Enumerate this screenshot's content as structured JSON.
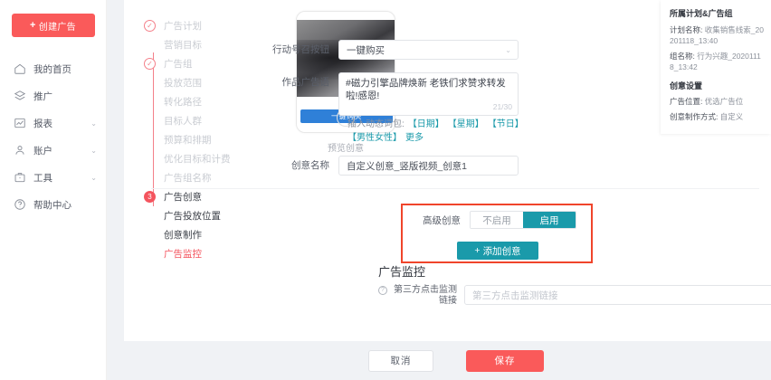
{
  "sidebar": {
    "create_button": {
      "label": "创建广告",
      "icon": "plus-icon"
    },
    "items": [
      {
        "label": "我的首页",
        "icon": "home-icon",
        "chevron": ""
      },
      {
        "label": "推广",
        "icon": "layers-icon",
        "chevron": ""
      },
      {
        "label": "报表",
        "icon": "chart-icon",
        "chevron": "⌄"
      },
      {
        "label": "账户",
        "icon": "user-icon",
        "chevron": "⌄"
      },
      {
        "label": "工具",
        "icon": "briefcase-icon",
        "chevron": "⌄"
      },
      {
        "label": "帮助中心",
        "icon": "help-circle-icon",
        "chevron": ""
      }
    ]
  },
  "steps": [
    {
      "label": "广告计划",
      "bullet": "done",
      "mark": "✓",
      "state": "muted"
    },
    {
      "label": "营销目标",
      "bullet": "blank",
      "mark": "",
      "state": "muted"
    },
    {
      "label": "广告组",
      "bullet": "done",
      "mark": "✓",
      "state": "muted"
    },
    {
      "label": "投放范围",
      "bullet": "blank",
      "mark": "",
      "state": "muted"
    },
    {
      "label": "转化路径",
      "bullet": "blank",
      "mark": "",
      "state": "muted"
    },
    {
      "label": "目标人群",
      "bullet": "blank",
      "mark": "",
      "state": "muted"
    },
    {
      "label": "预算和排期",
      "bullet": "blank",
      "mark": "",
      "state": "muted"
    },
    {
      "label": "优化目标和计费",
      "bullet": "blank",
      "mark": "",
      "state": "muted"
    },
    {
      "label": "广告组名称",
      "bullet": "blank",
      "mark": "",
      "state": "muted"
    },
    {
      "label": "广告创意",
      "bullet": "current",
      "mark": "3",
      "state": "strong"
    },
    {
      "label": "广告投放位置",
      "bullet": "blank",
      "mark": "",
      "state": "strong"
    },
    {
      "label": "创意制作",
      "bullet": "blank",
      "mark": "",
      "state": "strong"
    },
    {
      "label": "广告监控",
      "bullet": "blank",
      "mark": "",
      "state": "active"
    }
  ],
  "preview": {
    "cta_text": "一键购买",
    "caption": "预览创意"
  },
  "form": {
    "cta_button": {
      "label": "行动号召按钮",
      "value": "一键购买",
      "caret": "⌄"
    },
    "ad_copy": {
      "label": "作品广告语",
      "value": "#磁力引擎品牌焕新 老铁们求赞求转发啦!感恩!",
      "counter": "21/30"
    },
    "dynamic_tags": {
      "prefix": "插入动态词包:",
      "tags": [
        "【日期】",
        "【星期】",
        "【节日】",
        "【男性女性】"
      ],
      "more": "更多"
    },
    "creative_name": {
      "label": "创意名称",
      "value": "自定义创意_竖版视频_创意1"
    }
  },
  "advanced": {
    "label": "高级创意",
    "options": [
      "不启用",
      "启用"
    ],
    "selected": "启用",
    "add_creative_button": "添加创意",
    "add_icon": "plus-icon"
  },
  "monitoring": {
    "section_title": "广告监控",
    "field_label": "第三方点击监测链接",
    "help_icon": "question-circle-icon",
    "placeholder": "第三方点击监测链接"
  },
  "footer": {
    "cancel": "取消",
    "save": "保存"
  },
  "info_panel": {
    "title": "所属计划&广告组",
    "plan_key": "计划名称:",
    "plan_value": "收集销售线索_20201118_13:40",
    "group_key": "组名称:",
    "group_value": "行为兴趣_20201118_13:42",
    "settings_title": "创意设置",
    "position_key": "广告位置:",
    "position_value": "优选广告位",
    "method_key": "创意制作方式:",
    "method_value": "自定义"
  },
  "colors": {
    "brand_red": "#fa5a5a",
    "teal": "#1a9aaa",
    "highlight": "#f0452b",
    "cta_blue": "#2f80d8"
  }
}
